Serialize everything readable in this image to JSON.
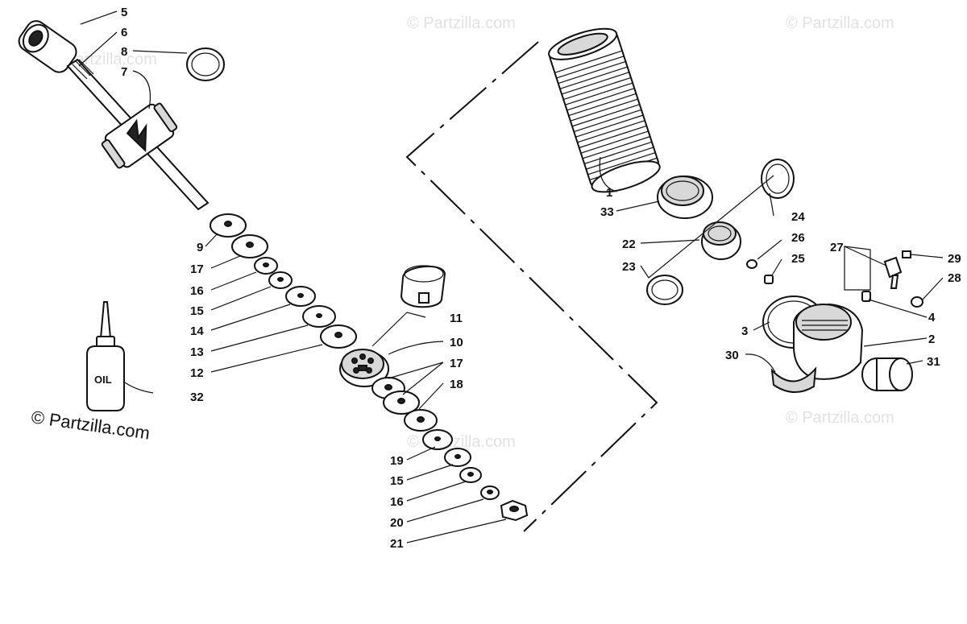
{
  "copyright": "© Partzilla.com",
  "watermark": "© Partzilla.com",
  "oil_label": "OIL",
  "callouts": [
    "1",
    "2",
    "3",
    "4",
    "5",
    "6",
    "7",
    "8",
    "9",
    "10",
    "11",
    "12",
    "13",
    "14",
    "15",
    "16",
    "17",
    "18",
    "19",
    "20",
    "21",
    "22",
    "23",
    "24",
    "25",
    "26",
    "27",
    "28",
    "29",
    "30",
    "31",
    "32",
    "33"
  ],
  "callout_15b": "15",
  "callout_16b": "16",
  "callout_17b": "17"
}
